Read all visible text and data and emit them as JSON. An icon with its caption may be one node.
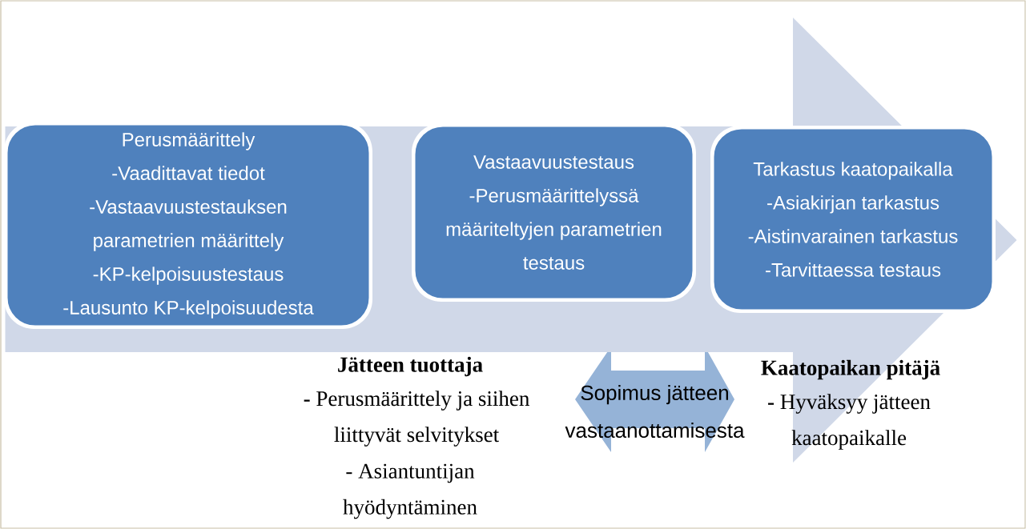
{
  "diagram": {
    "nodes": [
      {
        "text": [
          "Perusmäärittely",
          "-Vaadittavat tiedot",
          "-Vastaavuustestauksen parametrien määrittely",
          "-KP-kelpoisuustestaus",
          "-Lausunto KP-kelpoisuudesta"
        ]
      },
      {
        "text": [
          "Vastaavuustestaus",
          "-Perusmäärittelyssä määriteltyjen parametrien testaus"
        ]
      },
      {
        "text": [
          "Tarkastus kaatopaikalla",
          "-Asiakirjan tarkastus",
          "-Aistinvarainen tarkastus",
          "-Tarvittaessa testaus"
        ]
      },
      {
        "text": [
          "Sopimus jätteen vastaanottamisesta"
        ]
      }
    ],
    "edges": [
      {
        "from": 0,
        "to": 2,
        "arrow": "to"
      }
    ],
    "labels": [
      "Jätteen tuottaja",
      "**-** Perusmäärittely ja siihen liittyvät selvitykset",
      "- Asiantuntijan hyödyntäminen",
      "Kaatopaikan pitäjä",
      "**-** Hyväksyy jätteen kaatopaikalle"
    ]
  }
}
